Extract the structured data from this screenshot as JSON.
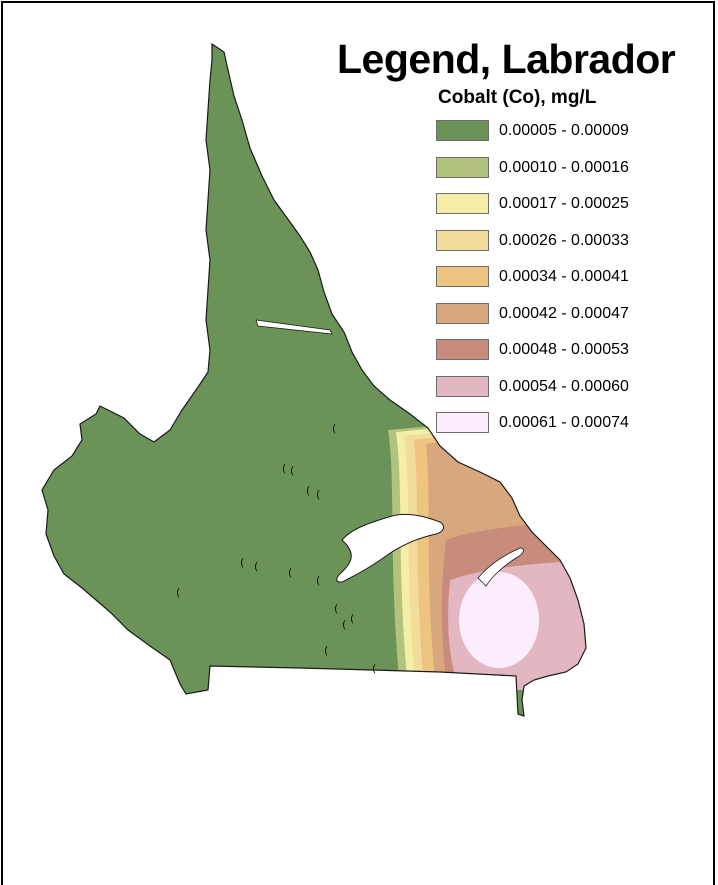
{
  "legend": {
    "title": "Legend, Labrador",
    "subtitle": "Cobalt (Co), mg/L",
    "classes": [
      {
        "label": "0.00005 - 0.00009",
        "color": "#6b9357"
      },
      {
        "label": "0.00010 - 0.00016",
        "color": "#b1c37d"
      },
      {
        "label": "0.00017 - 0.00025",
        "color": "#f4eea6"
      },
      {
        "label": "0.00026 - 0.00033",
        "color": "#f1dc9b"
      },
      {
        "label": "0.00034 - 0.00041",
        "color": "#eec481"
      },
      {
        "label": "0.00042 - 0.00047",
        "color": "#d9a77e"
      },
      {
        "label": "0.00048 - 0.00053",
        "color": "#c88c7c"
      },
      {
        "label": "0.00054 - 0.00060",
        "color": "#e3b7c1"
      },
      {
        "label": "0.00061 - 0.00074",
        "color": "#fbeefa"
      }
    ]
  }
}
